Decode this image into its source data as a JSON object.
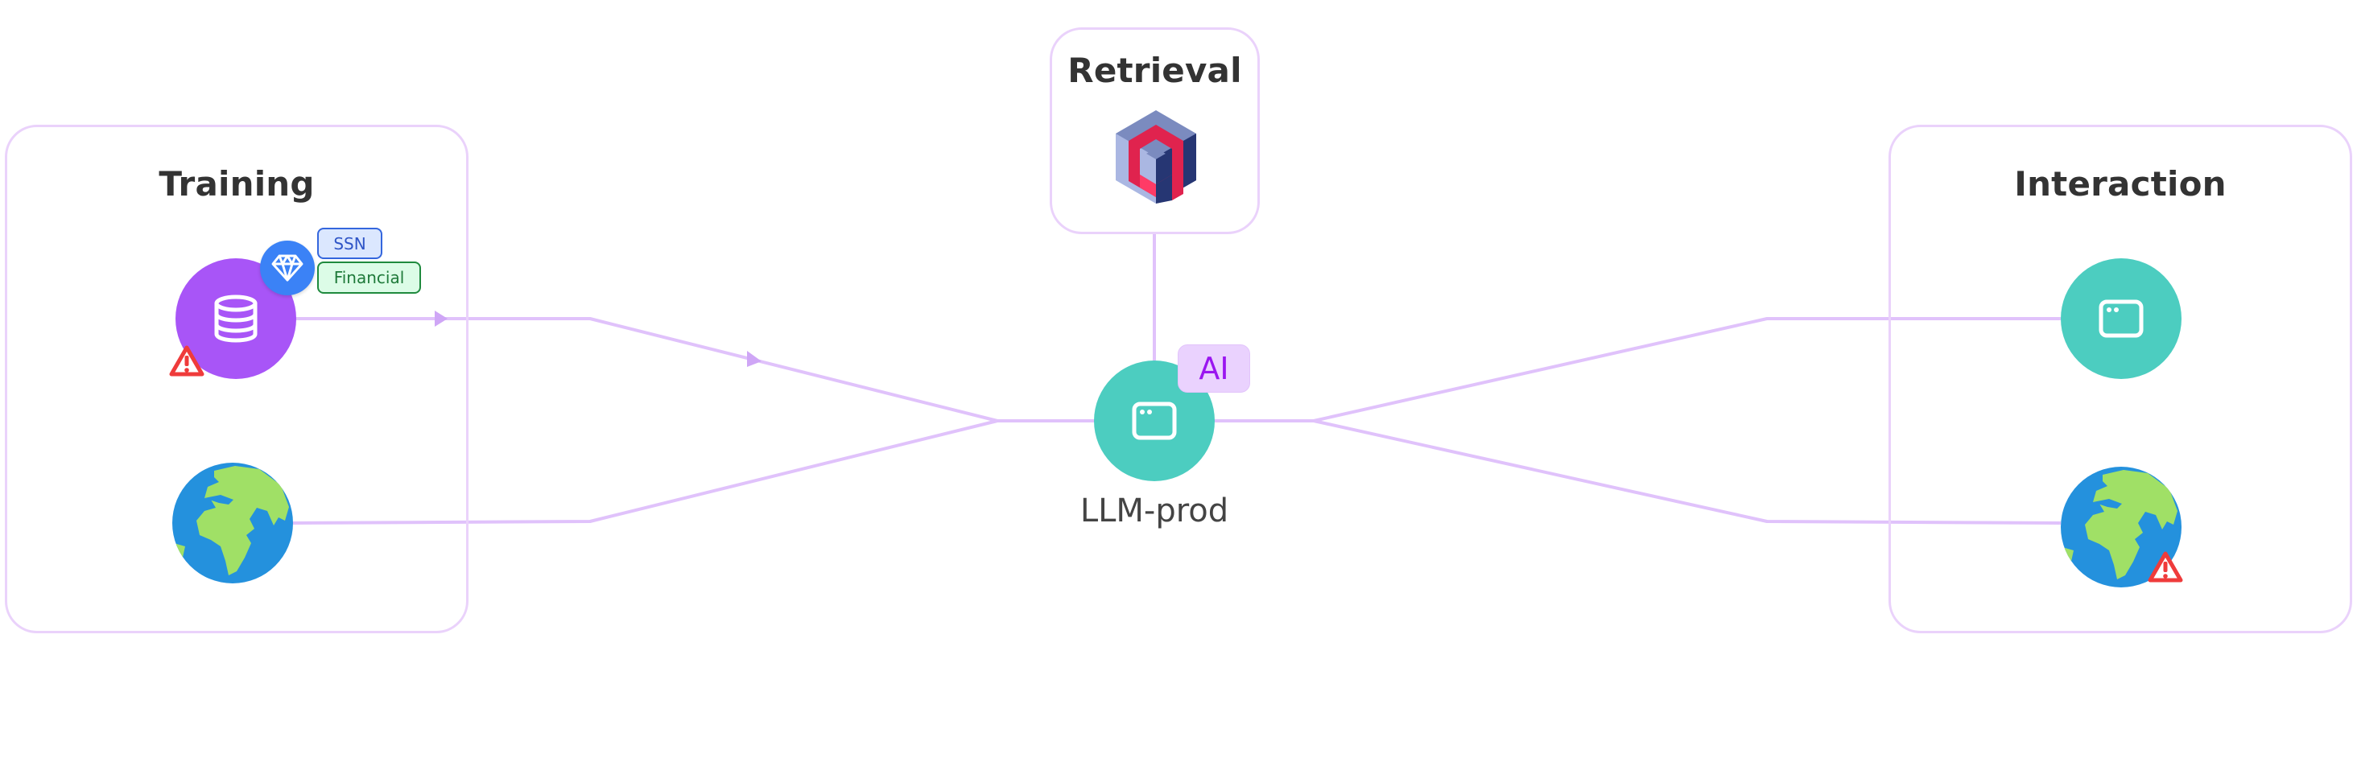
{
  "diagram": {
    "colors": {
      "edge": "#e0c2fb",
      "edge_arrow": "#cfa6f6",
      "box_border": "#ead2fb",
      "database_node": "#a855f7",
      "app_node": "#4ccdc0",
      "diamond_badge": "#3b82f6",
      "warning": "#ef3b3b",
      "ssn_tag_bg": "#dbe7fe",
      "ssn_tag_border": "#3466dd",
      "ssn_tag_text": "#2f55c7",
      "financial_tag_bg": "#dcfce7",
      "financial_tag_border": "#1f8a3e",
      "financial_tag_text": "#1f7a3a",
      "ai_badge_bg": "#ead2fe",
      "ai_badge_text": "#9a16f0",
      "globe_ocean": "#2491dd",
      "globe_land": "#a0e066"
    },
    "groups": {
      "training": {
        "title": "Training"
      },
      "retrieval": {
        "title": "Retrieval"
      },
      "interaction": {
        "title": "Interaction"
      }
    },
    "nodes": {
      "training_database": {
        "icon": "database-icon",
        "badge_icon": "diamond-icon",
        "tags": [
          "SSN",
          "Financial"
        ],
        "warning": true
      },
      "training_web": {
        "icon": "globe-icon",
        "warning": false
      },
      "retrieval_vector_db": {
        "icon": "qdrant-logo-icon"
      },
      "llm": {
        "label": "LLM-prod",
        "icon": "app-window-icon",
        "badge": "AI"
      },
      "interaction_app": {
        "icon": "app-window-icon",
        "warning": false
      },
      "interaction_web": {
        "icon": "globe-icon",
        "warning": true
      }
    },
    "edges": [
      {
        "from": "training_database",
        "to": "llm",
        "directed": true
      },
      {
        "from": "training_web",
        "to": "llm",
        "directed": false
      },
      {
        "from": "retrieval_vector_db",
        "to": "llm",
        "directed": false
      },
      {
        "from": "llm",
        "to": "interaction_app",
        "directed": false
      },
      {
        "from": "llm",
        "to": "interaction_web",
        "directed": false
      }
    ]
  }
}
